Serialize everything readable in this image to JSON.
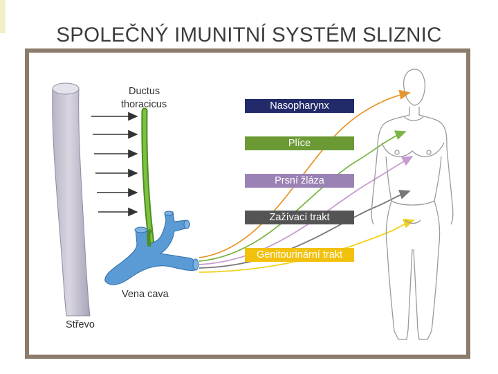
{
  "title": "SPOLEČNÝ IMUNITNÍ SYSTÉM SLIZNIC",
  "labels": {
    "ductus": [
      "Ductus",
      "thoracicus"
    ],
    "vena_cava": "Vena cava",
    "gut": "Střevo"
  },
  "mucosal_sites": [
    {
      "label": "Nasopharynx",
      "color": "#222a6a"
    },
    {
      "label": "Plíce",
      "color": "#6b9a35"
    },
    {
      "label": "Prsní žláza",
      "color": "#9b82b4"
    },
    {
      "label": "Zažívací trakt",
      "color": "#545454"
    },
    {
      "label": "Genitourinární trakt",
      "color": "#f1c10d"
    }
  ],
  "colors": {
    "frame": "#8d7b6b",
    "vessel_blue": "#5b9bd5",
    "duct_green": "#6fae35",
    "gut_tube": "#c9c5d3",
    "arrow_orange": "#e8962a",
    "body_outline": "#9a9a9a"
  }
}
